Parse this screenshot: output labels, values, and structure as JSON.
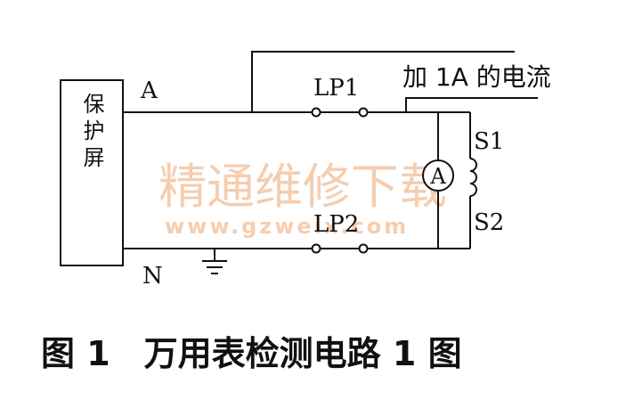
{
  "diagram": {
    "device_label": "保护屏",
    "node_a_label": "A",
    "node_n_label": "N",
    "lp1_label": "LP1",
    "lp2_label": "LP2",
    "current_note": "加 1A 的电流",
    "s1_label": "S1",
    "s2_label": "S2",
    "meter_symbol": "A",
    "caption": "图 1　万用表检测电路 1 图"
  },
  "watermark": {
    "text": "精通维修下载",
    "url": "www.gzweix.com"
  },
  "colors": {
    "line": "#111111",
    "watermark": "#f3c19c"
  }
}
